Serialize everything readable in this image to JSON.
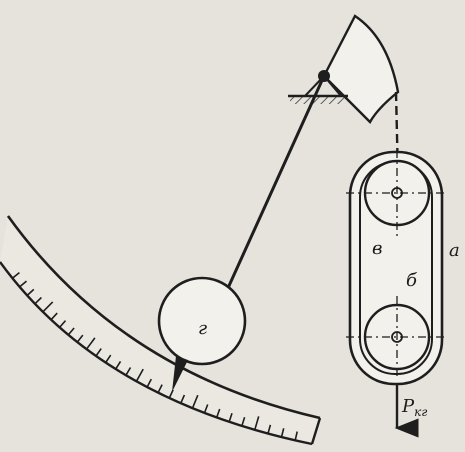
{
  "diagram": {
    "labels": {
      "a": "a",
      "b": "б",
      "v": "в",
      "g": "г",
      "force": "P",
      "force_unit": "кг"
    },
    "scale": {
      "tick_count": 28
    },
    "colors": {
      "ink": "#1e1e1e",
      "paper": "#e6e3dc",
      "fill_light": "#f3f1ec"
    }
  }
}
